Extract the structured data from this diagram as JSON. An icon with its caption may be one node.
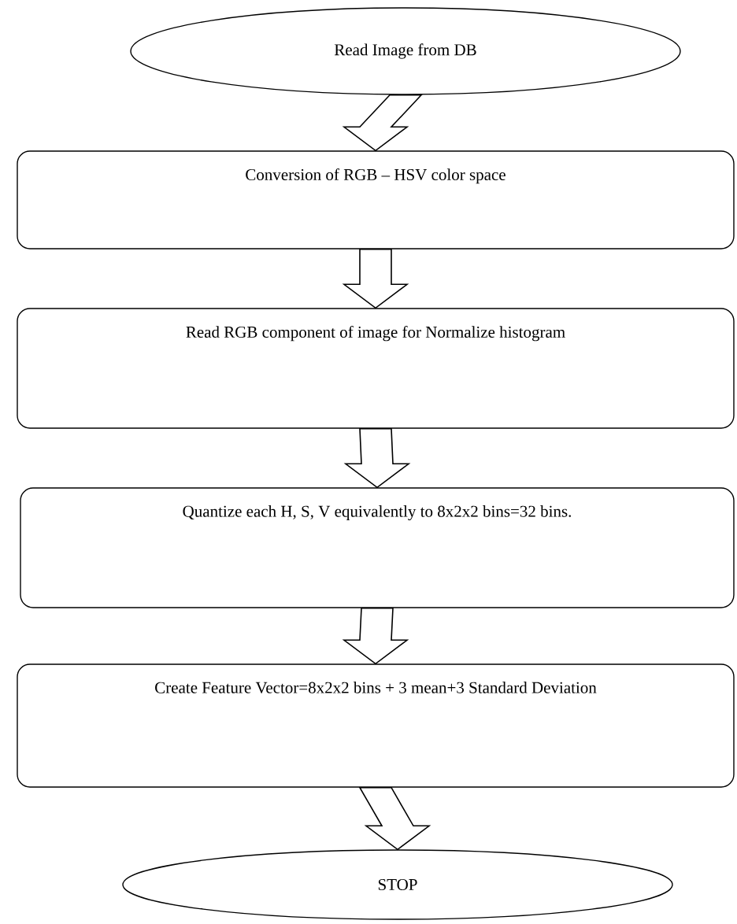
{
  "diagram": {
    "nodes": [
      {
        "text": [
          "Read Image from DB"
        ]
      },
      {
        "text": [
          "Conversion of RGB – HSV color space"
        ]
      },
      {
        "text": [
          "Read RGB component of image for Normalize histogram"
        ]
      },
      {
        "text": [
          "Quantize each H, S, V equivalently to 8x2x2 bins=32 bins."
        ]
      },
      {
        "text": [
          "Create Feature Vector=8x2x2 bins + 3 mean+3 Standard Deviation"
        ]
      },
      {
        "text": [
          "STOP"
        ]
      }
    ],
    "edges": [
      {
        "from": 0,
        "to": 1,
        "arrow": "to"
      },
      {
        "from": 1,
        "to": 2,
        "arrow": "to"
      },
      {
        "from": 2,
        "to": 3,
        "arrow": "to"
      },
      {
        "from": 3,
        "to": 4,
        "arrow": "to"
      },
      {
        "from": 4,
        "to": 5,
        "arrow": "to"
      }
    ]
  }
}
